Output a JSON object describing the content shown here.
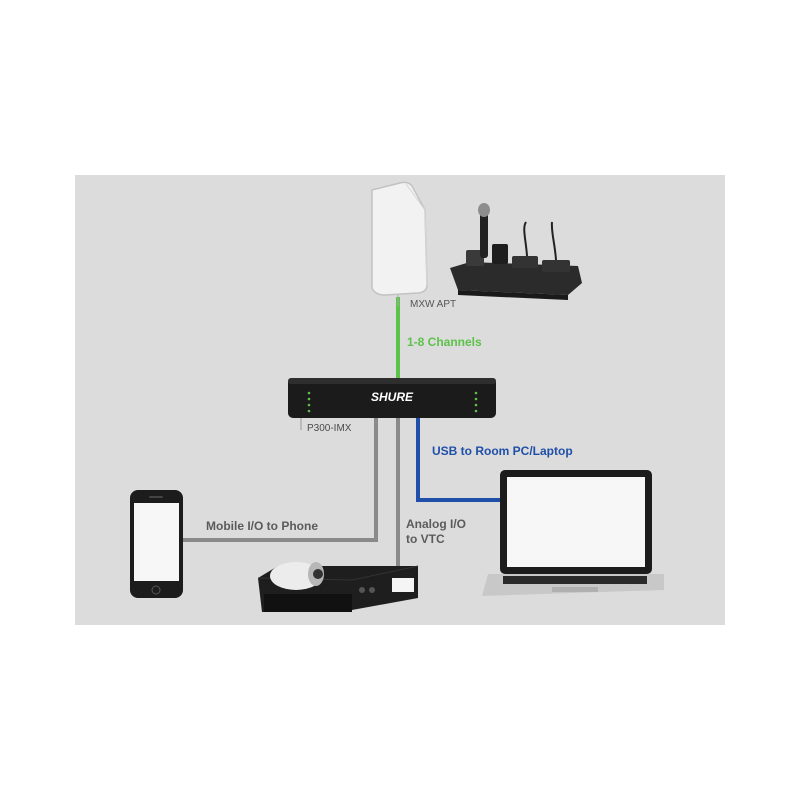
{
  "labels": {
    "mxw_apt": "MXW APT",
    "channels": "1-8 Channels",
    "p300": "P300-IMX",
    "usb": "USB to Room PC/Laptop",
    "mobile": "Mobile I/O to Phone",
    "analog_line1": "Analog I/O",
    "analog_line2": "to VTC"
  },
  "brand": {
    "logo_text": "SHURE"
  },
  "colors": {
    "background_panel": "#dcdcdc",
    "wireless_link": "#5cc24a",
    "usb_link": "#1f4fa8",
    "analog_link": "#8a8a8a"
  },
  "icons": [
    "access-point-icon",
    "microphone-charger-icon",
    "processor-icon",
    "phone-icon",
    "camera-codec-icon",
    "laptop-icon"
  ]
}
